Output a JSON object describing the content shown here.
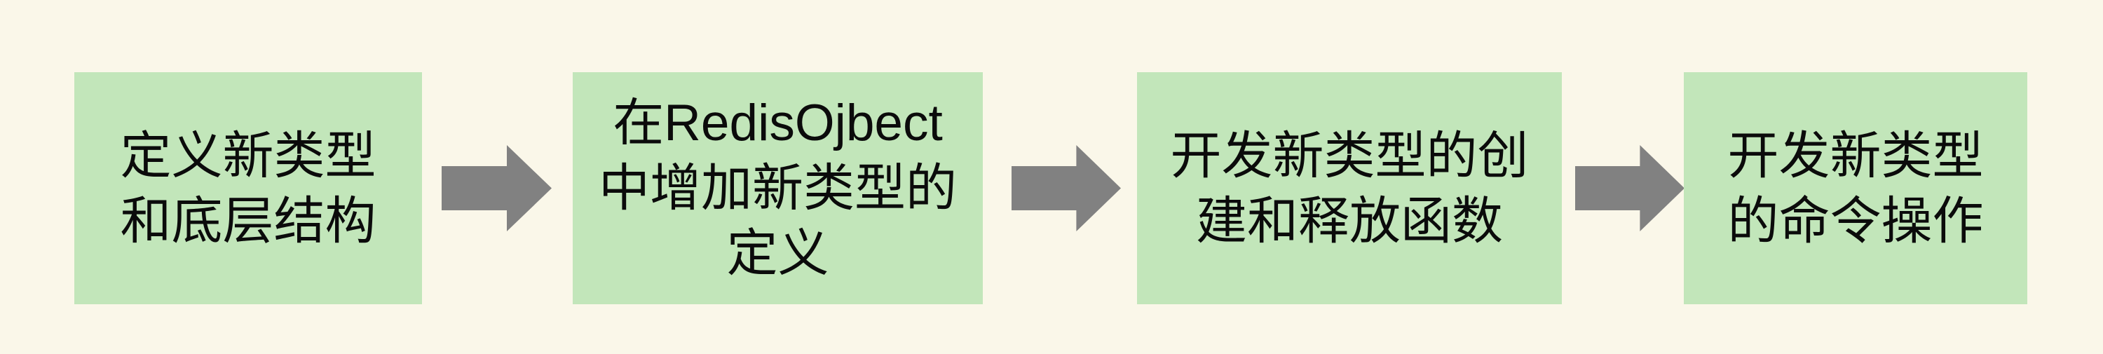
{
  "colors": {
    "background": "#faf7e9",
    "box_fill": "#c2e6ba",
    "arrow_fill": "#818181",
    "text": "#0b0b0b"
  },
  "flow": {
    "direction": "left-to-right",
    "steps": [
      {
        "lines": [
          "定义新类型",
          "和底层结构"
        ]
      },
      {
        "lines": [
          "在RedisOjbect",
          "中增加新类型的",
          "定义"
        ]
      },
      {
        "lines": [
          "开发新类型的创",
          "建和释放函数"
        ]
      },
      {
        "lines": [
          "开发新类型",
          "的命令操作"
        ]
      }
    ],
    "arrow_glyph": "→"
  }
}
